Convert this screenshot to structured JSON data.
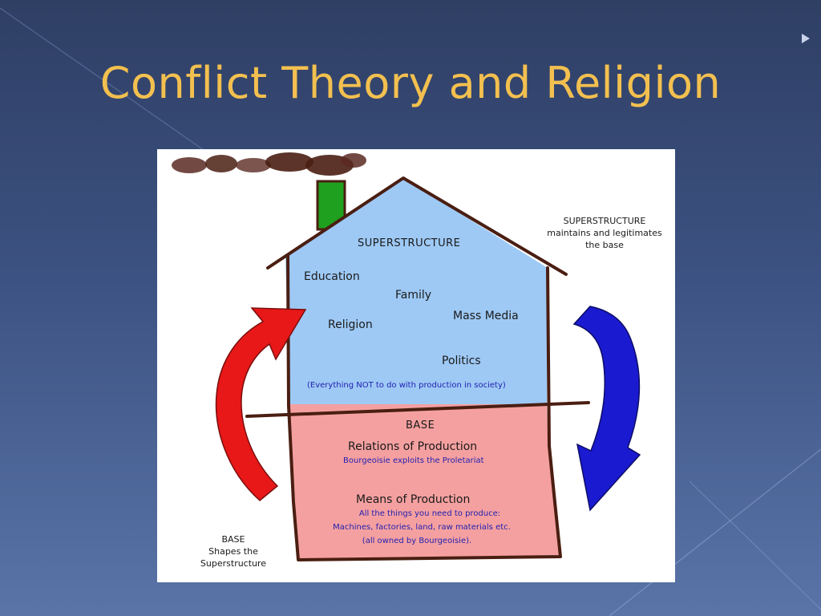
{
  "slide": {
    "title": "Conflict Theory and Religion"
  },
  "diagram": {
    "superstructure": {
      "heading": "SUPERSTRUCTURE",
      "items": [
        "Education",
        "Family",
        "Religion",
        "Mass Media",
        "Politics"
      ],
      "note": "(Everything NOT to do with production in society)"
    },
    "base": {
      "heading": "BASE",
      "relations_title": "Relations of Production",
      "relations_note": "Bourgeoisie exploits the Proletariat",
      "means_title": "Means of Production",
      "means_lines": [
        "All the things you need to produce:",
        "Machines, factories, land, raw materials etc.",
        "(all owned by Bourgeoisie)."
      ]
    },
    "right_note": [
      "SUPERSTRUCTURE",
      "maintains and legitimates",
      "the base"
    ],
    "left_note": [
      "BASE",
      "Shapes the",
      "Superstructure"
    ],
    "colors": {
      "roof_fill": "#9ec9f5",
      "base_fill": "#f5a0a0",
      "chimney": "#1fa01f",
      "left_arrow": "#e81818",
      "right_arrow": "#1a1ad0",
      "outline": "#4a1e12",
      "title": "#f3c04f"
    }
  }
}
